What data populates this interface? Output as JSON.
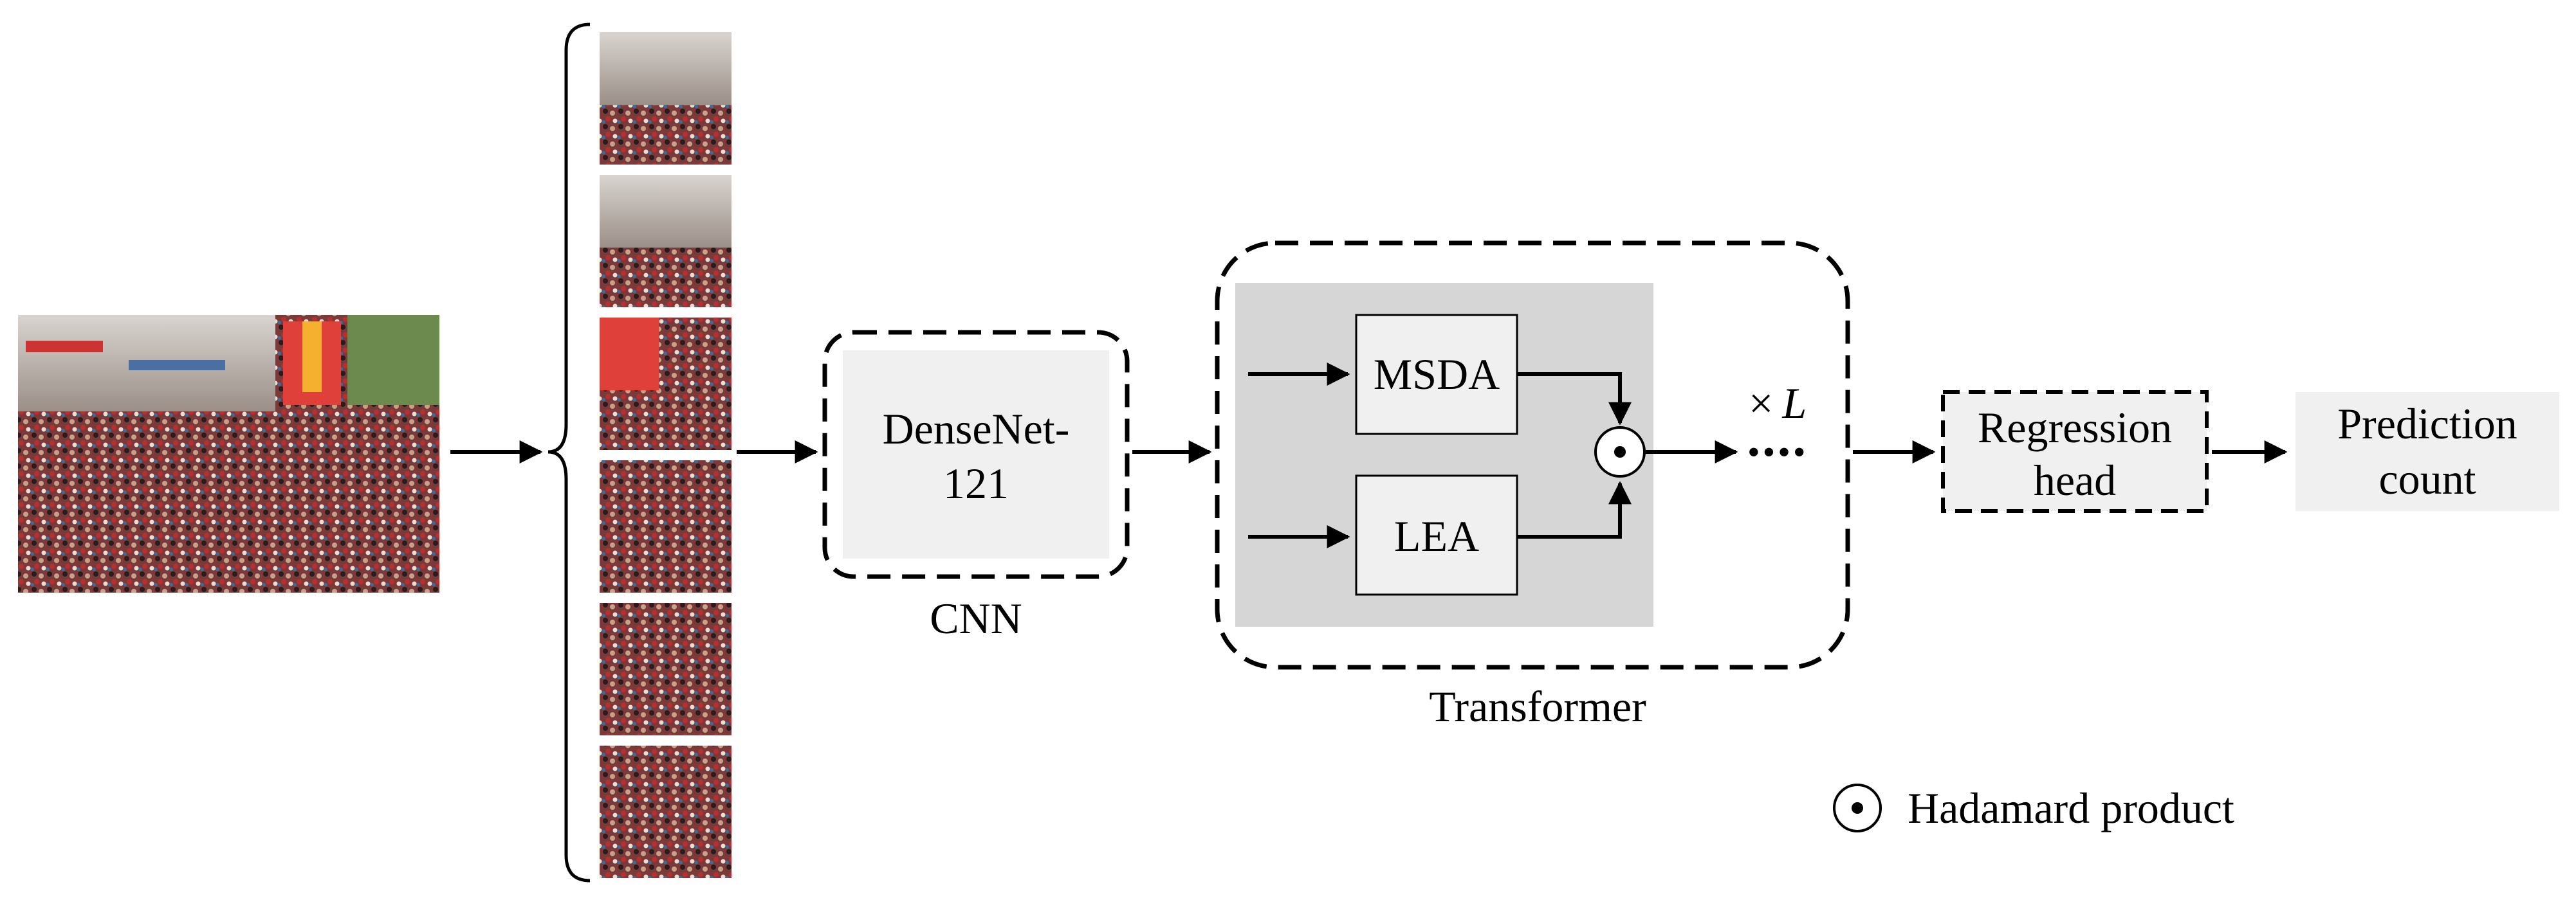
{
  "colors": {
    "box_fill": "#f0f0f0",
    "transformer_fill": "#d6d6d6",
    "stroke": "#000000"
  },
  "icons": {
    "input": "crowd-scene-photo",
    "patches": "crowd-patch-thumbnail",
    "brace": "curly-brace-icon",
    "hadamard": "circled-dot-icon"
  },
  "patch_count": 6,
  "cnn": {
    "box_line1": "DenseNet-",
    "box_line2": "121",
    "caption": "CNN"
  },
  "transformer": {
    "msda": "MSDA",
    "lea": "LEA",
    "repeat_prefix": "×",
    "repeat_var": "L",
    "ellipsis": "••••",
    "caption": "Transformer"
  },
  "regression": {
    "line1": "Regression",
    "line2": "head"
  },
  "prediction": {
    "line1": "Prediction",
    "line2": "count"
  },
  "legend": {
    "label": "Hadamard product"
  }
}
